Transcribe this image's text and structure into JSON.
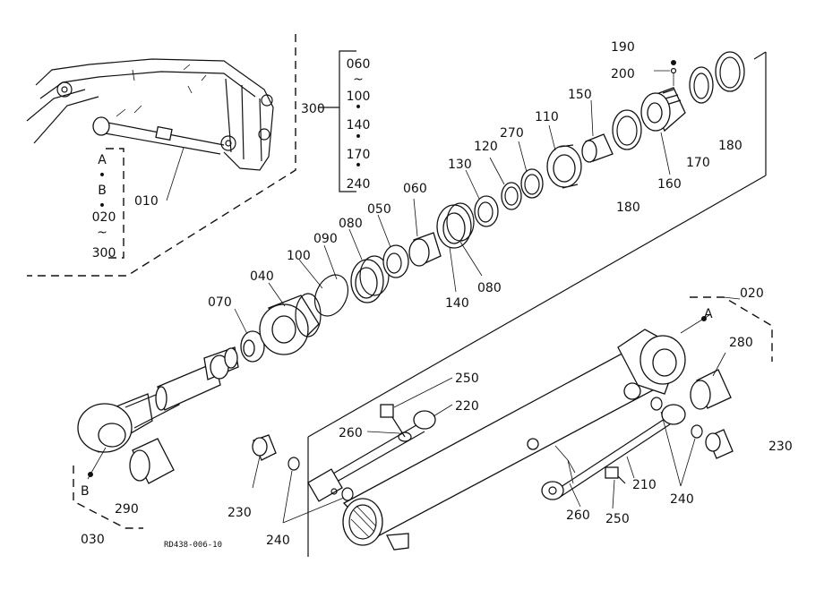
{
  "drawing_code": "RD438-006-10",
  "arrows": {
    "a": "A",
    "b": "B"
  },
  "legend_left": [
    "A",
    "•",
    "B",
    "•",
    "020",
    "~",
    "300"
  ],
  "legend_top": [
    "060",
    "~",
    "100",
    "•",
    "140",
    "•",
    "170",
    "•",
    "240"
  ],
  "labels": {
    "l190": "190",
    "l200": "200",
    "l150": "150",
    "l110": "110",
    "l270": "270",
    "l120": "120",
    "l130": "130",
    "l060": "060",
    "l050": "050",
    "l080a": "080",
    "l090": "090",
    "l100": "100",
    "l040": "040",
    "l070": "070",
    "l140": "140",
    "l080b": "080",
    "l180a": "180",
    "l170": "170",
    "l160": "160",
    "l180b": "180",
    "l300": "300",
    "l010": "010",
    "l020": "020",
    "l280": "280",
    "l230a": "230",
    "l250a": "250",
    "l220": "220",
    "l260a": "260",
    "l230b": "230",
    "l240a": "240",
    "l210": "210",
    "l240b": "240",
    "l260b": "260",
    "l250b": "250",
    "l290": "290",
    "l030": "030"
  }
}
